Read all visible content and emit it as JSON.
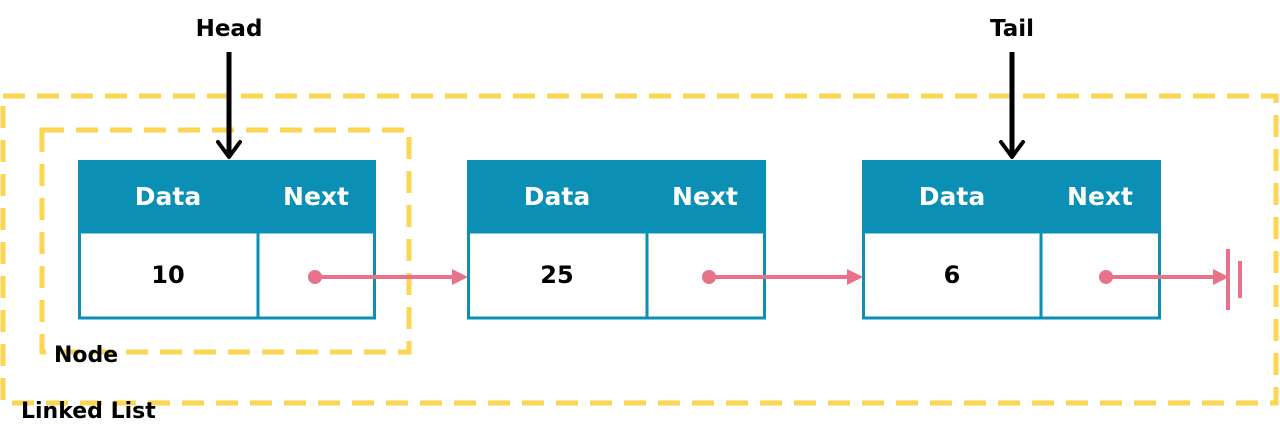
{
  "labels": {
    "head": "Head",
    "tail": "Tail",
    "node": "Node",
    "linked_list": "Linked List"
  },
  "nodes": [
    {
      "data_header": "Data",
      "next_header": "Next",
      "value": "10"
    },
    {
      "data_header": "Data",
      "next_header": "Next",
      "value": "25"
    },
    {
      "data_header": "Data",
      "next_header": "Next",
      "value": "6"
    }
  ],
  "colors": {
    "node_header": "#0b8fb5",
    "node_border": "#0b8fb5",
    "pointer": "#e8728a",
    "dashed_outline": "#fcd552",
    "text": "#000000"
  }
}
